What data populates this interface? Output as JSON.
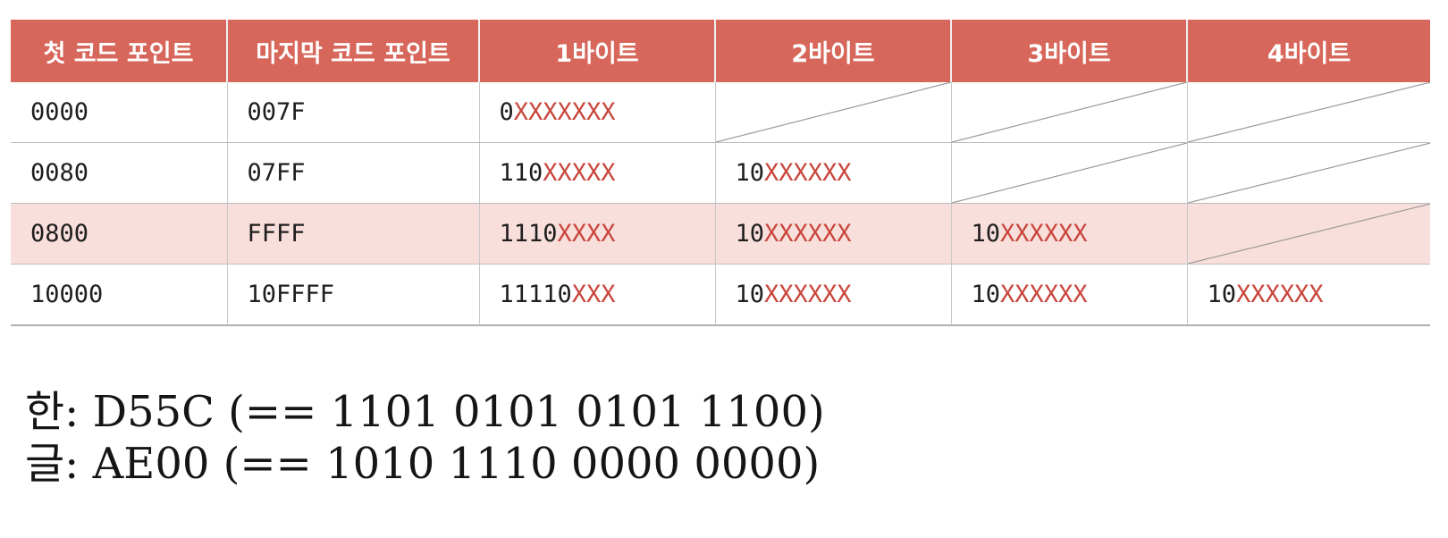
{
  "table": {
    "headers": [
      "첫 코드 포인트",
      "마지막 코드 포인트",
      "1바이트",
      "2바이트",
      "3바이트",
      "4바이트"
    ],
    "rows": [
      {
        "first": "0000",
        "last": "007F",
        "highlighted": false,
        "bytes": [
          {
            "fixed": "0",
            "payload": "XXXXXXX"
          }
        ]
      },
      {
        "first": "0080",
        "last": "07FF",
        "highlighted": false,
        "bytes": [
          {
            "fixed": "110",
            "payload": "XXXXX"
          },
          {
            "fixed": "10",
            "payload": "XXXXXX"
          }
        ]
      },
      {
        "first": "0800",
        "last": "FFFF",
        "highlighted": true,
        "bytes": [
          {
            "fixed": "1110",
            "payload": "XXXX"
          },
          {
            "fixed": "10",
            "payload": "XXXXXX"
          },
          {
            "fixed": "10",
            "payload": "XXXXXX"
          }
        ]
      },
      {
        "first": "10000",
        "last": "10FFFF",
        "highlighted": false,
        "bytes": [
          {
            "fixed": "11110",
            "payload": "XXX"
          },
          {
            "fixed": "10",
            "payload": "XXXXXX"
          },
          {
            "fixed": "10",
            "payload": "XXXXXX"
          },
          {
            "fixed": "10",
            "payload": "XXXXXX"
          }
        ]
      }
    ]
  },
  "examples": [
    {
      "char": "한",
      "code": "D55C",
      "binary": "1101 0101 0101 1100"
    },
    {
      "char": "글",
      "code": "AE00",
      "binary": "1010 1110 0000 0000"
    }
  ],
  "colors": {
    "header_background": "#d8675b",
    "header_text": "#ffffff",
    "highlight_row": "#f9dfdc",
    "payload_bits": "#c8463c",
    "fixed_bits": "#1e1e1e"
  }
}
